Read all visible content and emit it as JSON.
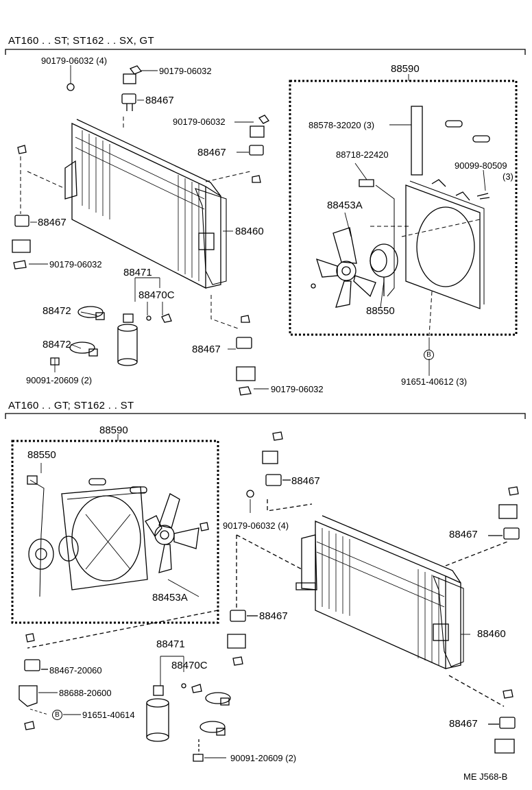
{
  "sections": [
    {
      "title": "AT160 . . ST; ST162 . . SX, GT"
    },
    {
      "title": "AT160 . . GT; ST162 . . ST"
    }
  ],
  "labels_top": {
    "nut_qty4": "90179-06032 (4)",
    "nut_a": "90179-06032",
    "mount_a": "88467",
    "nut_b": "90179-06032",
    "mount_b": "88467",
    "mount_c": "88467",
    "nut_c": "90179-06032",
    "condenser": "88460",
    "receiver": "88471",
    "bracket_set": "88470C",
    "clamp_a": "88472",
    "clamp_b": "88472",
    "bolt": "90091-20609 (2)",
    "mount_d": "88467",
    "nut_d": "90179-06032",
    "fan_assy": "88590",
    "shroud_strip": "88578-32020 (3)",
    "clip": "88718-22420",
    "screw": "90099-80509",
    "screw_qty": "(3)",
    "fan": "88453A",
    "motor": "88550",
    "bolt_b": "91651-40612 (3)",
    "circle_b": "B"
  },
  "labels_bottom": {
    "fan_assy": "88590",
    "motor": "88550",
    "fan": "88453A",
    "mount_a": "88467",
    "nut_qty4": "90179-06032 (4)",
    "mount_b": "88467",
    "mount_c": "88467",
    "condenser": "88460",
    "mount_d": "88467-20060",
    "bracket": "88688-20600",
    "bolt_b": "91651-40614",
    "circle_b": "B",
    "receiver": "88471",
    "bracket_set": "88470C",
    "bolt": "90091-20609 (2)",
    "mount_e": "88467"
  },
  "footer": {
    "code": "ME J568-B"
  }
}
